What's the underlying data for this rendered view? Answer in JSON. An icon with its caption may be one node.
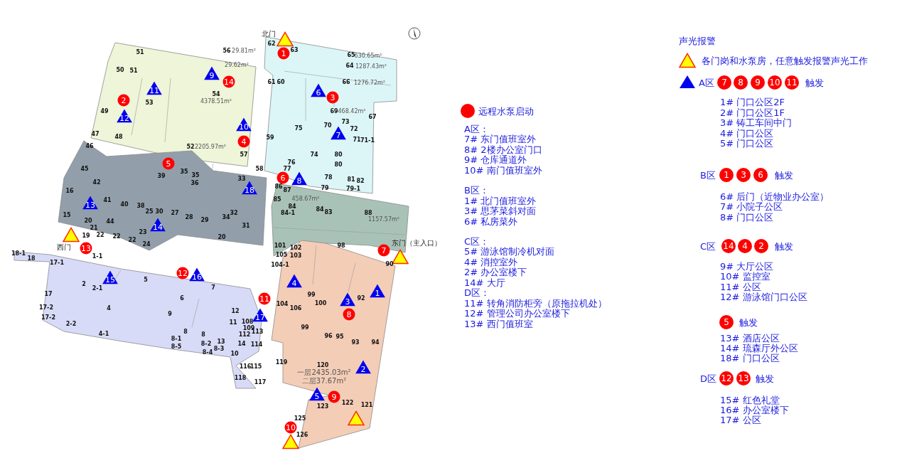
{
  "diagram": {
    "nodes": [
      {
        "text": [
          "1"
        ]
      },
      {
        "text": [
          "9"
        ]
      },
      {
        "text": [
          "14"
        ]
      },
      {
        "text": [
          "7"
        ]
      },
      {
        "text": [
          "8"
        ]
      },
      {
        "text": [
          "9"
        ]
      },
      {
        "text": [
          "10"
        ]
      },
      {
        "text": [
          "11"
        ]
      },
      {
        "text": [
          "11"
        ]
      },
      {
        "text": [
          "6"
        ]
      },
      {
        "text": [
          "2"
        ]
      },
      {
        "text": [
          "3"
        ]
      },
      {
        "text": [
          "12"
        ]
      },
      {
        "text": [
          "10"
        ]
      },
      {
        "text": [
          "7"
        ]
      },
      {
        "text": [
          "4"
        ]
      },
      {
        "text": [
          "5"
        ]
      },
      {
        "text": [
          "6"
        ]
      },
      {
        "text": [
          "8"
        ]
      },
      {
        "text": [
          "1"
        ]
      },
      {
        "text": [
          "3"
        ]
      },
      {
        "text": [
          "6"
        ]
      },
      {
        "text": [
          "18"
        ]
      },
      {
        "text": [
          "13"
        ]
      },
      {
        "text": [
          "14"
        ]
      },
      {
        "text": [
          "13"
        ]
      },
      {
        "text": [
          "7"
        ]
      },
      {
        "text": [
          "14"
        ]
      },
      {
        "text": [
          "4"
        ]
      },
      {
        "text": [
          "2"
        ]
      },
      {
        "text": [
          "15"
        ]
      },
      {
        "text": [
          "12"
        ]
      },
      {
        "text": [
          "16"
        ]
      },
      {
        "text": [
          "4"
        ]
      },
      {
        "text": [
          "1"
        ]
      },
      {
        "text": [
          "11"
        ]
      },
      {
        "text": [
          "3"
        ]
      },
      {
        "text": [
          "17"
        ]
      },
      {
        "text": [
          "8"
        ]
      },
      {
        "text": [
          "5"
        ]
      },
      {
        "text": [
          "2"
        ]
      },
      {
        "text": [
          "12"
        ]
      },
      {
        "text": [
          "13"
        ]
      },
      {
        "text": [
          "5"
        ]
      },
      {
        "text": [
          "9"
        ]
      },
      {
        "text": [
          "10"
        ]
      }
    ],
    "labels": [
      "北门",
      "声光报警",
      "62",
      "51",
      "56",
      "29.81m²",
      "63",
      "65",
      "630.65m²",
      "29.62m²",
      "64",
      "1287.43m²",
      "50",
      "51",
      "61",
      "60",
      "66",
      "1276.72m²",
      "A区",
      "触发",
      "54",
      "53",
      "4378.51m²",
      "1# 门口公区2F",
      "49",
      "69",
      "468.42m²",
      "67",
      "2# 门口公区1F",
      "70",
      "73",
      "3# 铸工车间中门",
      "75",
      "72",
      "A区：",
      "47",
      "48",
      "59",
      "71",
      "71-1",
      "7# 东门值班室外",
      "4# 门口公区",
      "5# 门口公区",
      "46",
      "52",
      "2205.97m²",
      "8# 2楼办公室门口",
      "57",
      "74",
      "80",
      "9# 仓库通道外",
      "76",
      "80",
      "45",
      "58",
      "77",
      "10# 南门值班室外",
      "39",
      "35",
      "35",
      "B区",
      "触发",
      "42",
      "36",
      "33",
      "78",
      "81",
      "82",
      "86",
      "16",
      "87",
      "79",
      "79-1",
      "B区：",
      "6# 后门（近物业办公室）",
      "41",
      "85",
      "458.67m²",
      "1# 北门值班室外",
      "40",
      "38",
      "84",
      "7# 小院子公区",
      "25",
      "30",
      "27",
      "32",
      "84-1",
      "84",
      "83",
      "88",
      "3# 思茅菜斜对面",
      "15",
      "28",
      "34",
      "8# 门口公区",
      "20",
      "44",
      "29",
      "1157.57m²",
      "6# 私房菜外",
      "31",
      "21",
      "23",
      "19",
      "22",
      "22",
      "20",
      "22",
      "C区：",
      "西门",
      "24",
      "101",
      "102",
      "98",
      "东门（主入口）",
      "C区",
      "触发",
      "5# 游泳馆制冷机对面",
      "18-1",
      "18",
      "1-1",
      "105",
      "103",
      "17-1",
      "104-1",
      "90",
      "4# 消控室外",
      "9# 大厅公区",
      "2# 办公室楼下",
      "10# 监控室",
      "5",
      "14# 大厅",
      "2",
      "11# 公区",
      "2-1",
      "7",
      "D区：",
      "17",
      "99",
      "12# 游泳馆门口公区",
      "6",
      "92",
      "104",
      "100",
      "11# 转角消防柜旁（原拖拉机处）",
      "17-2",
      "4",
      "106",
      "12",
      "12# 管理公司办公室楼下",
      "9",
      "17-2",
      "2-2",
      "11",
      "108",
      "13# 西门值班室",
      "触发",
      "4-1",
      "8",
      "8",
      "112",
      "109",
      "113",
      "99",
      "8-1",
      "96",
      "95",
      "13# 酒店公区",
      "8-2",
      "13",
      "14",
      "114",
      "93",
      "94",
      "8-5",
      "14# 琉森厅外公区",
      "8-3",
      "8-4",
      "10",
      "18# 门口公区",
      "116",
      "115",
      "119",
      "120",
      "一层2435.03m²",
      "118",
      "117",
      "二层37.67m²",
      "D区",
      "触发",
      "15# 红色礼堂",
      "123",
      "122",
      "121",
      "16# 办公室楼下",
      "125",
      "17# 公区",
      "126"
    ],
    "legend": [
      {
        "text": "远程水泵启动",
        "color": "#ff0000"
      },
      {
        "text": "各门岗和水泵房，任意触发报警声光工作"
      }
    ]
  }
}
